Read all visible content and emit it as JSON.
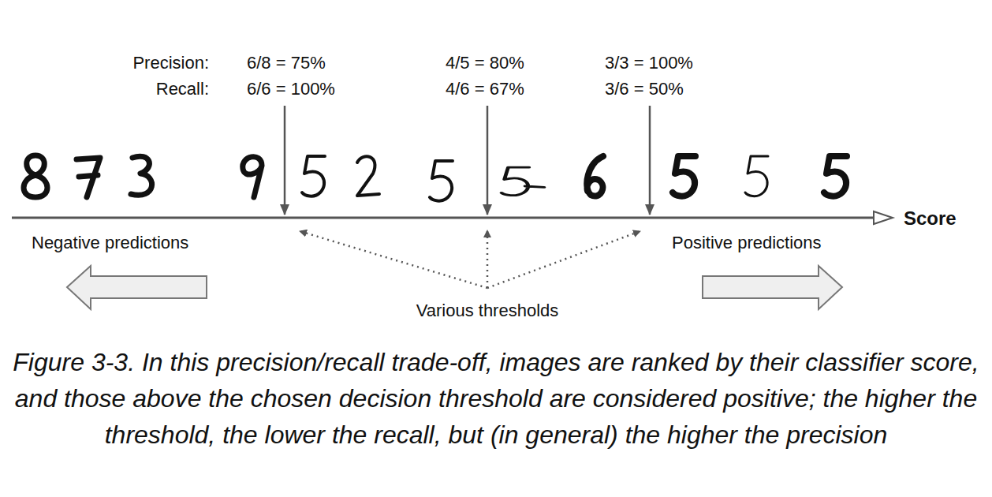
{
  "diagram": {
    "caption": "Figure 3-3. In this precision/recall trade-off, images are ranked by their classifier score, and those above the chosen decision threshold are considered positive; the higher the threshold, the lower the recall, but (in general) the higher the precision",
    "labels": [
      "Precision:",
      "Recall:",
      "6/8 = 75%",
      "6/6 = 100%",
      "4/5 = 80%",
      "4/6 = 67%",
      "3/3 = 100%",
      "3/6 = 50%",
      "Score",
      "Negative predictions",
      "Positive predictions",
      "Various thresholds"
    ]
  }
}
